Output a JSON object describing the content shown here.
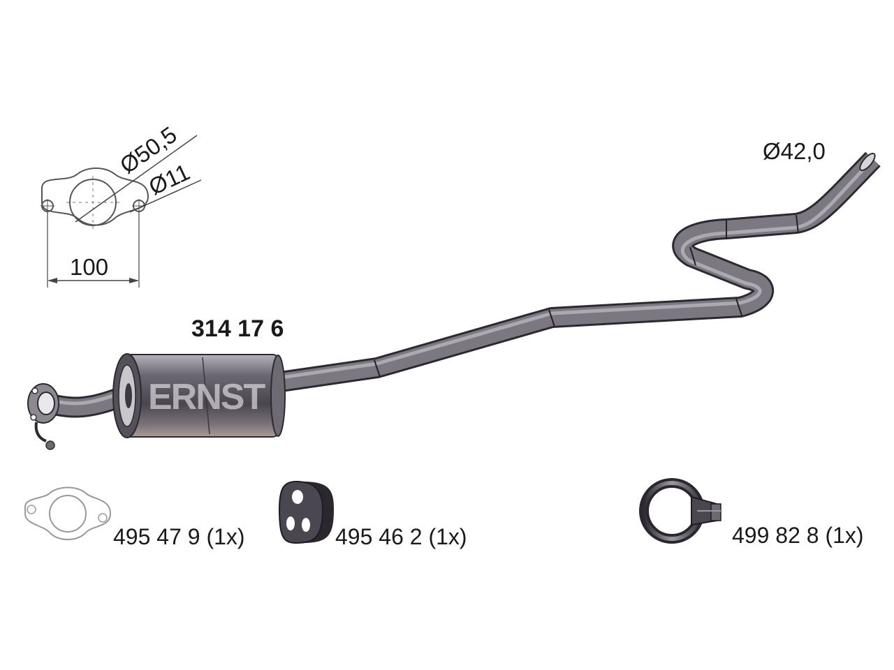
{
  "flange_diagram": {
    "outer_diameter": "Ø50,5",
    "bolt_hole_diameter": "Ø11",
    "bolt_spacing": "100"
  },
  "pipe": {
    "part_number": "314 17 6",
    "outlet_diameter": "Ø42,0",
    "brand_watermark": "ERNST",
    "color": "#6f6c74"
  },
  "accessories": [
    {
      "name": "gasket-icon",
      "label": "495 47 9 (1x)"
    },
    {
      "name": "rubber-mount-icon",
      "label": "495 46 2 (1x)"
    },
    {
      "name": "pipe-clamp-icon",
      "label": "499 82 8 (1x)"
    }
  ]
}
